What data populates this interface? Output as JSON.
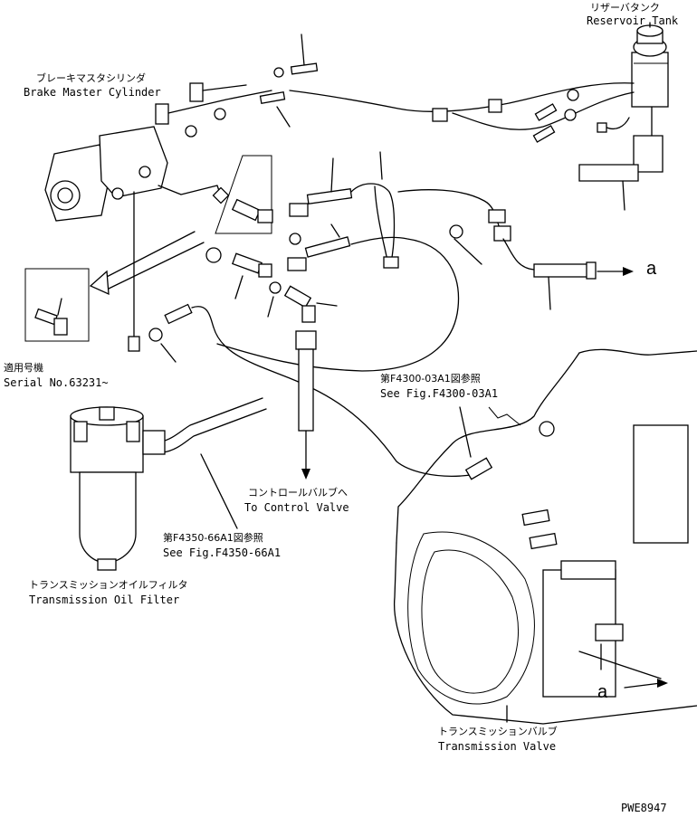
{
  "labels": {
    "reservoir_tank_jp": "リザーバタンク",
    "reservoir_tank_en": "Reservoir Tank",
    "brake_master_cylinder_jp": "ブレーキマスタシリンダ",
    "brake_master_cylinder_en": "Brake Master Cylinder",
    "serial_jp": "適用号機",
    "serial_en": "Serial No.63231~",
    "see_fig_4300_jp": "第F4300-03A1図参照",
    "see_fig_4300_en": "See Fig.F4300-03A1",
    "control_valve_jp": "コントロールバルブへ",
    "control_valve_en": "To Control Valve",
    "see_fig_4350_jp": "第F4350-66A1図参照",
    "see_fig_4350_en": "See Fig.F4350-66A1",
    "oil_filter_jp": "トランスミッションオイルフィルタ",
    "oil_filter_en": "Transmission Oil Filter",
    "trans_valve_jp": "トランスミッションバルブ",
    "trans_valve_en": "Transmission Valve",
    "ref_a_top": "a",
    "ref_a_bottom": "a",
    "drawing_code": "PWE8947"
  }
}
